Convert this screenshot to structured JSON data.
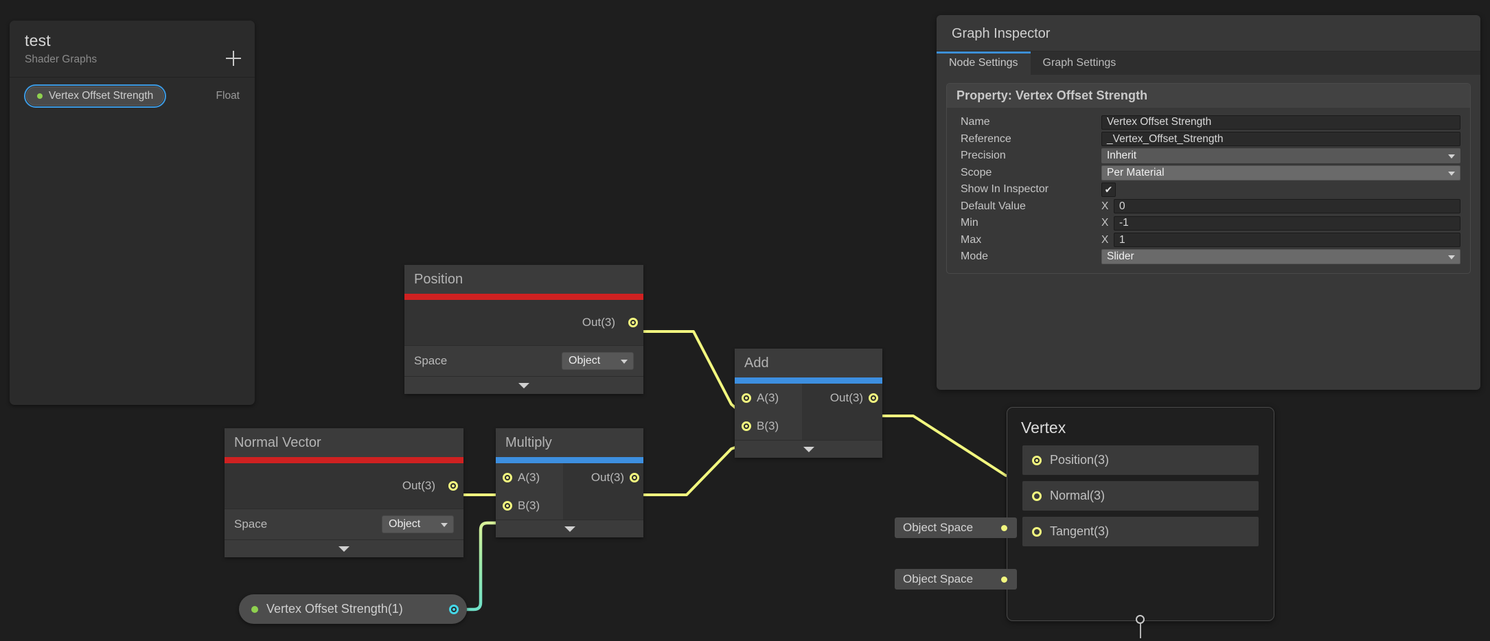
{
  "app": {
    "name": "Unity Shader Graph"
  },
  "blackboard": {
    "title": "test",
    "subtitle": "Shader Graphs",
    "add_button": "+",
    "properties": [
      {
        "name": "Vertex Offset Strength",
        "type": "Float",
        "dot_color": "#8fd14f",
        "selected": true
      }
    ]
  },
  "inspector": {
    "title": "Graph Inspector",
    "tabs": [
      {
        "label": "Node Settings",
        "active": true
      },
      {
        "label": "Graph Settings",
        "active": false
      }
    ],
    "card_header": "Property: Vertex Offset Strength",
    "fields": [
      {
        "label": "Name",
        "kind": "text",
        "value": "Vertex Offset Strength"
      },
      {
        "label": "Reference",
        "kind": "text",
        "value": "_Vertex_Offset_Strength"
      },
      {
        "label": "Precision",
        "kind": "select",
        "value": "Inherit"
      },
      {
        "label": "Scope",
        "kind": "select",
        "value": "Per Material"
      },
      {
        "label": "Show In Inspector",
        "kind": "checkbox",
        "value": "✔"
      },
      {
        "label": "Default Value",
        "kind": "vector",
        "axis": "X",
        "value": "0"
      },
      {
        "label": "Min",
        "kind": "vector",
        "axis": "X",
        "value": "-1"
      },
      {
        "label": "Max",
        "kind": "vector",
        "axis": "X",
        "value": "1"
      },
      {
        "label": "Mode",
        "kind": "select",
        "value": "Slider"
      }
    ]
  },
  "graph": {
    "nodes": {
      "position": {
        "title": "Position",
        "accent": "#cf2121",
        "out_port": "Out(3)",
        "setting_label": "Space",
        "setting_value": "Object"
      },
      "normal_vector": {
        "title": "Normal Vector",
        "accent": "#cf2121",
        "out_port": "Out(3)",
        "setting_label": "Space",
        "setting_value": "Object"
      },
      "multiply": {
        "title": "Multiply",
        "accent": "#3d8fe0",
        "in_a": "A(3)",
        "in_b": "B(3)",
        "out": "Out(3)"
      },
      "add": {
        "title": "Add",
        "accent": "#3d8fe0",
        "in_a": "A(3)",
        "in_b": "B(3)",
        "out": "Out(3)"
      },
      "vertex": {
        "title": "Vertex",
        "slots": [
          {
            "label": "Position(3)",
            "connected": true,
            "space": null
          },
          {
            "label": "Normal(3)",
            "connected": false,
            "space": "Object Space"
          },
          {
            "label": "Tangent(3)",
            "connected": false,
            "space": "Object Space"
          }
        ]
      },
      "property_node": {
        "label": "Vertex Offset Strength(1)",
        "dot_color": "#8fd14f",
        "port_color": "#44d7e8"
      }
    },
    "wire_color": "#f2f77f",
    "wire_color_property": "#9fe8b0"
  }
}
